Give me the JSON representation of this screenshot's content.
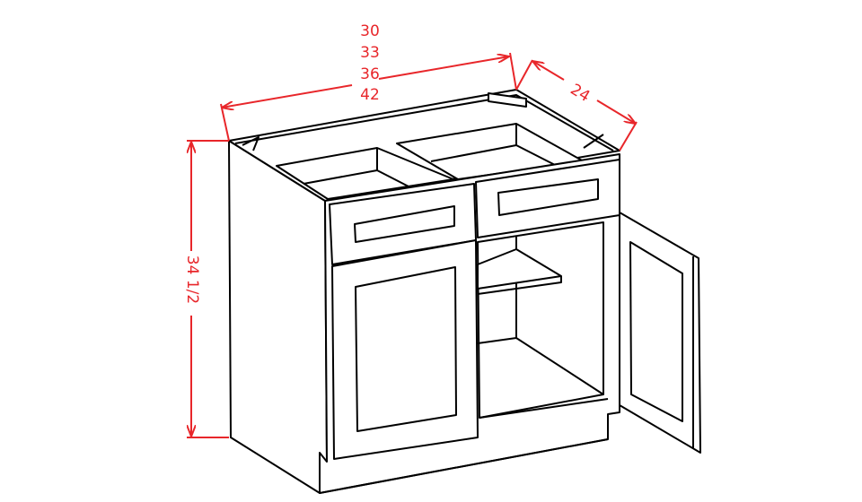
{
  "dimensions": {
    "width_options": [
      "30",
      "33",
      "36",
      "42"
    ],
    "depth": "24",
    "height": "34 1/2"
  },
  "colors": {
    "dimension": "#e8262a",
    "outline": "#000000"
  }
}
